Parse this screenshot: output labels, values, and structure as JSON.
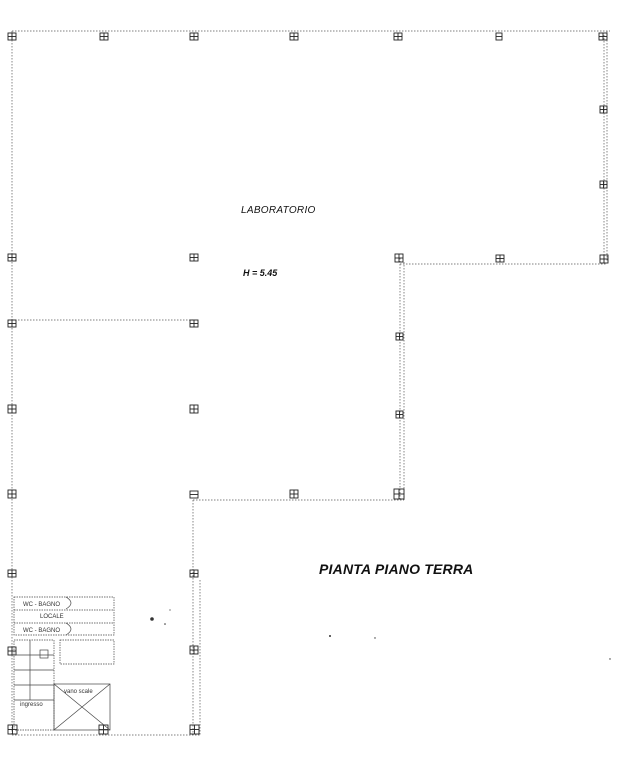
{
  "plan": {
    "room_name": "LABORATORIO",
    "ceiling_height": "H = 5.45",
    "drawing_title": "PIANTA PIANO TERRA",
    "bathroom_labels": [
      "WC - BAGNO",
      "WC - BAGNO"
    ],
    "small_room_label": "LOCALE",
    "entrance_label": "ingresso",
    "stair_label": "vano scale"
  },
  "colors": {
    "line": "#444444",
    "pillar": "#222222",
    "background": "#ffffff"
  }
}
